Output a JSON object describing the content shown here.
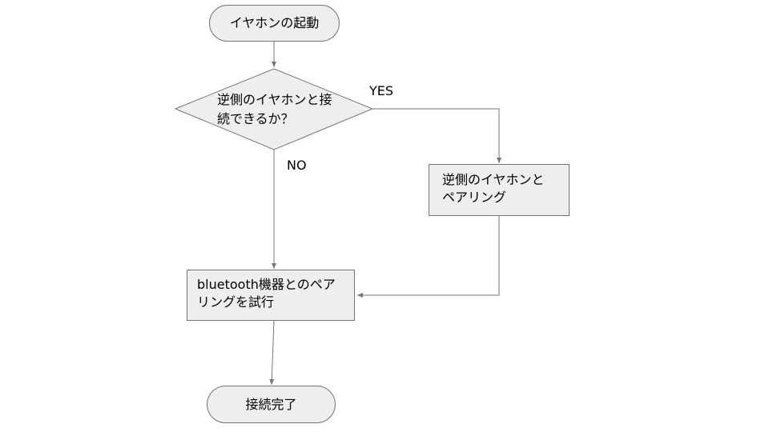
{
  "nodes": {
    "start": "イヤホンの起動",
    "decision": {
      "line1": "逆側のイヤホンと接",
      "line2": "続できるか？"
    },
    "pair_other": {
      "line1": "逆側のイヤホンと",
      "line2": "ペアリング"
    },
    "try_bluetooth": {
      "line1": "bluetooth機器とのペア",
      "line2": "リングを試行"
    },
    "end": "接続完了"
  },
  "edge_labels": {
    "yes": "YES",
    "no": "NO"
  },
  "colors": {
    "node_fill": "#eeeeee",
    "node_border": "#757575",
    "edge": "#757575"
  }
}
